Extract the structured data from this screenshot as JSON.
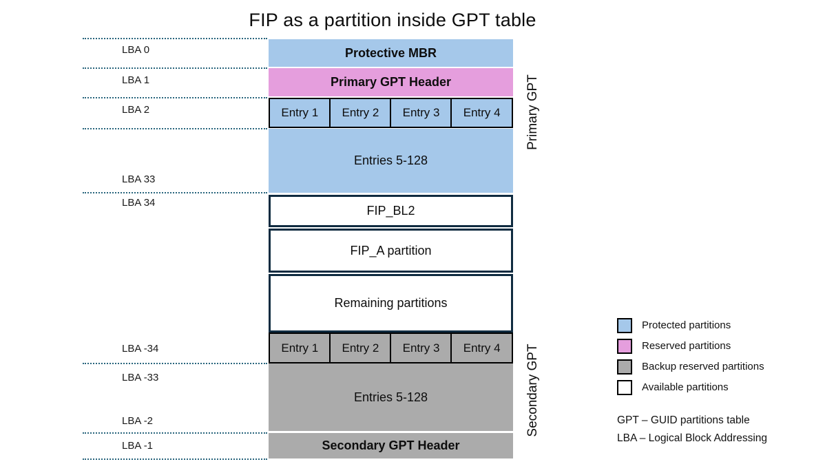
{
  "title": "FIP as a partition inside GPT table",
  "colors": {
    "blue": "#A5C8EA",
    "pink": "#E59EDD",
    "gray": "#ABABAB",
    "white": "#FFFFFF",
    "outline_dark": "#0F2B40",
    "dotted_line": "#27647C"
  },
  "left_axis": {
    "labels": [
      "LBA 0",
      "LBA 1",
      "LBA 2",
      "LBA 33",
      "LBA 34",
      "LBA -34",
      "LBA -33",
      "LBA -2",
      "LBA -1"
    ]
  },
  "diagram": {
    "blocks": {
      "protective_mbr": "Protective MBR",
      "primary_gpt_header": "Primary GPT Header",
      "primary_entries_rest": "Entries 5-128",
      "fip_bl2": "FIP_BL2",
      "fip_a": "FIP_A partition",
      "remaining": "Remaining partitions",
      "secondary_entries_rest": "Entries 5-128",
      "secondary_gpt_header": "Secondary GPT Header"
    },
    "primary_entry_row": [
      "Entry 1",
      "Entry 2",
      "Entry 3",
      "Entry 4"
    ],
    "secondary_entry_row": [
      "Entry 1",
      "Entry 2",
      "Entry 3",
      "Entry 4"
    ],
    "side_labels": {
      "primary": "Primary GPT",
      "secondary": "Secondary GPT"
    }
  },
  "legend": {
    "items": [
      {
        "label": "Protected partitions",
        "color": "#A5C8EA"
      },
      {
        "label": "Reserved partitions",
        "color": "#E59EDD"
      },
      {
        "label": "Backup reserved partitions",
        "color": "#ABABAB"
      },
      {
        "label": "Available partitions",
        "color": "#FFFFFF"
      }
    ],
    "footnotes": [
      "GPT – GUID partitions table",
      "LBA – Logical Block Addressing"
    ]
  }
}
